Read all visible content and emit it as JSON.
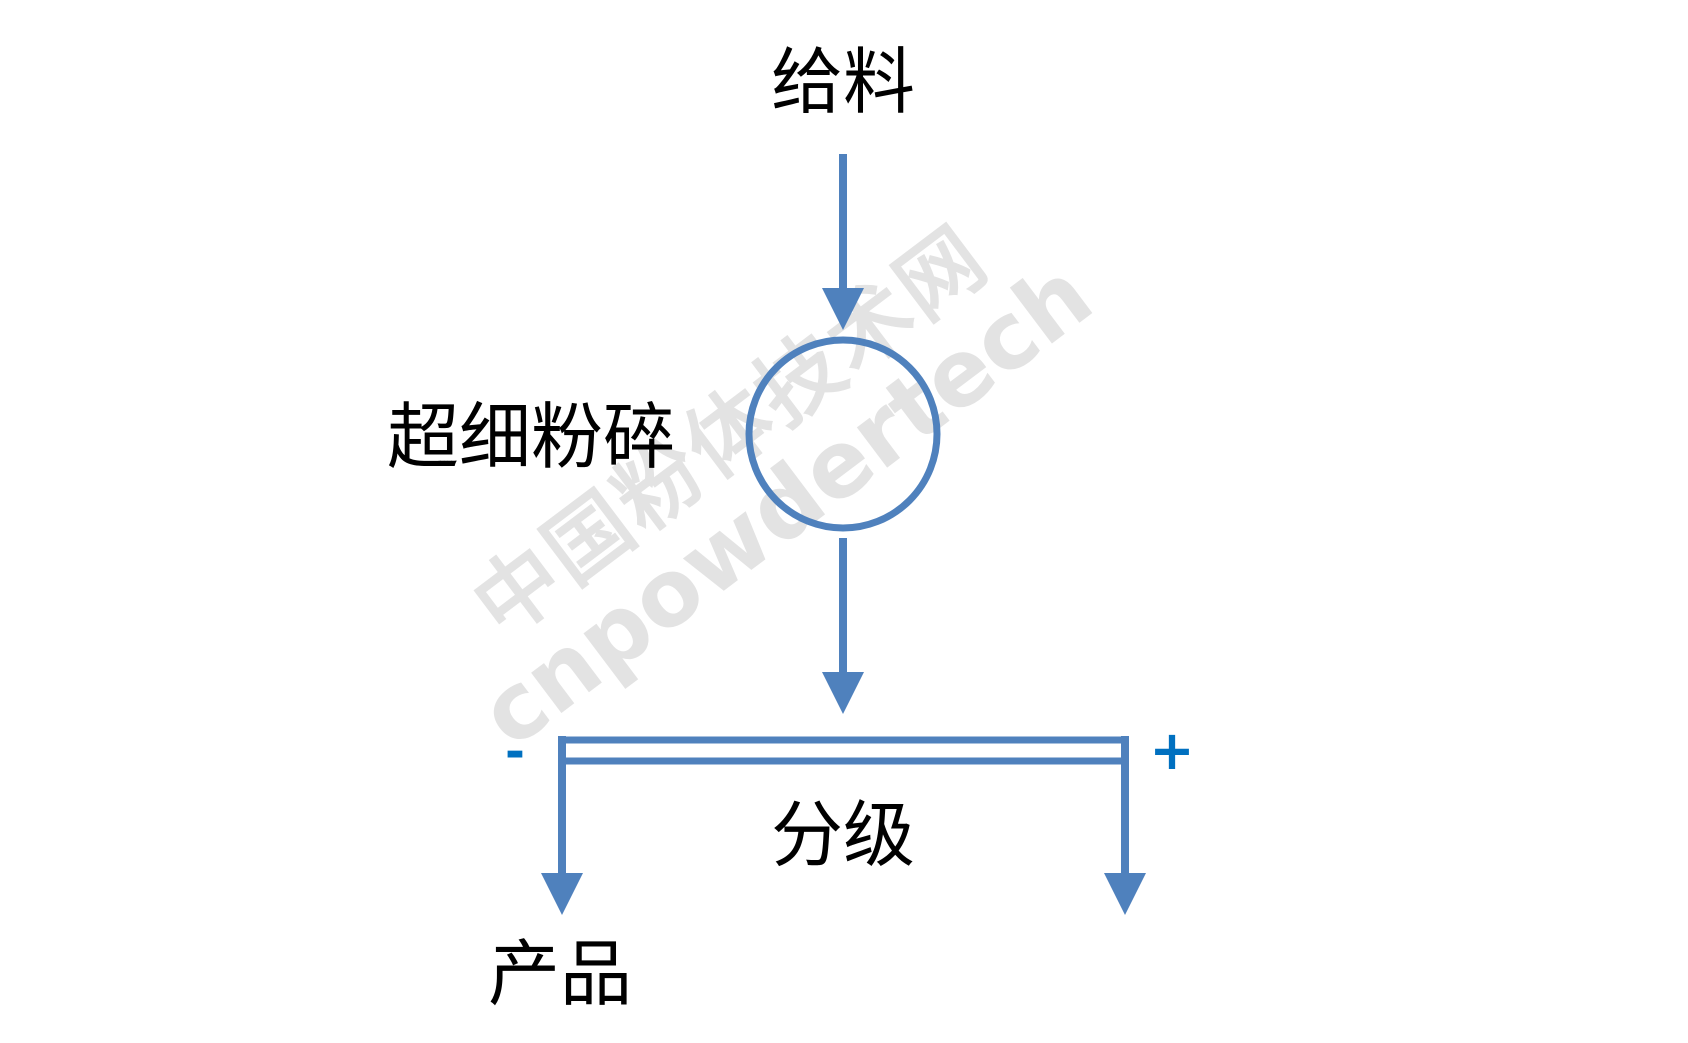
{
  "diagram": {
    "type": "process-flow",
    "colors": {
      "stroke": "#4f81bd",
      "sign": "#0070c0",
      "text": "#000000",
      "watermark": "#e3e3e3"
    },
    "nodes": {
      "feed": {
        "label": "给料"
      },
      "grinding": {
        "label": "超细粉碎",
        "shape": "circle"
      },
      "classification": {
        "label": "分级",
        "shape": "bar"
      },
      "product": {
        "label": "产品"
      }
    },
    "signs": {
      "fine": "-",
      "coarse": "+"
    },
    "edges": [
      {
        "from": "feed",
        "to": "grinding"
      },
      {
        "from": "grinding",
        "to": "classification"
      },
      {
        "from": "classification",
        "to": "product",
        "side": "fine (-)"
      },
      {
        "from": "classification",
        "to": "oversize-return",
        "side": "coarse (+)"
      }
    ],
    "watermark": {
      "line1": "中国粉体技术网",
      "line2": "cnpowdertech"
    }
  }
}
